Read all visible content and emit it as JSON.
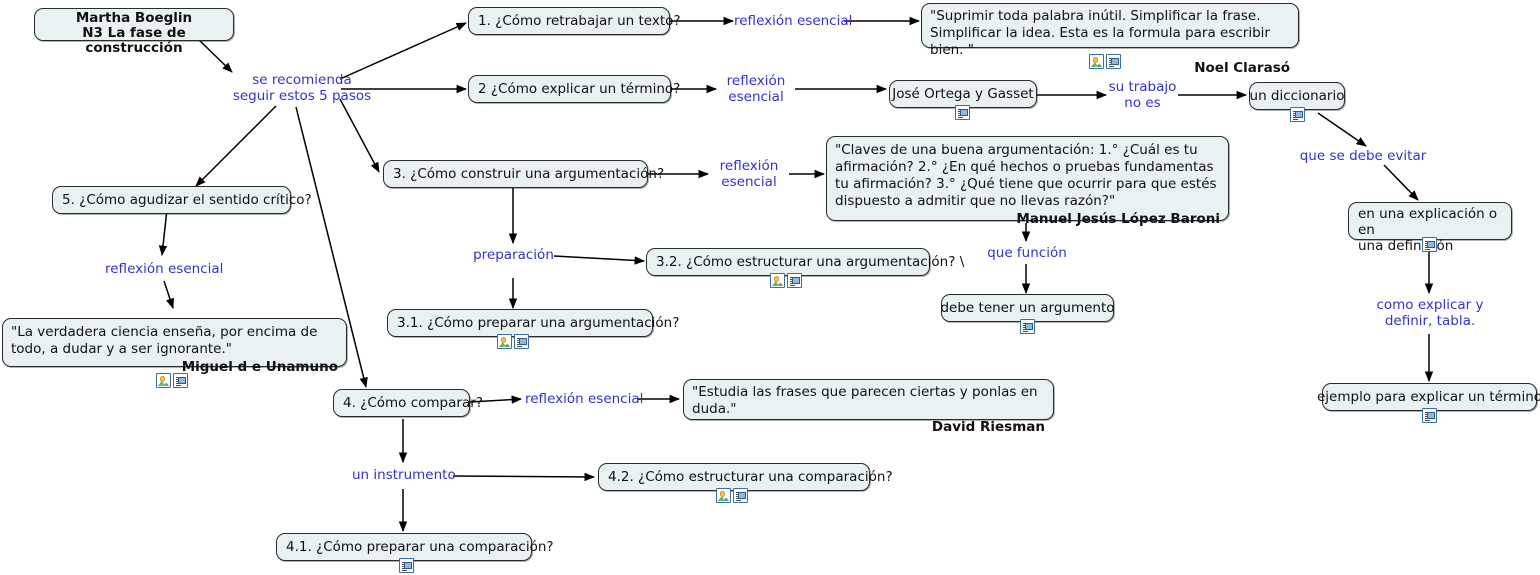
{
  "map": {
    "title": "Martha Boeglin - N3 La fase de construcción",
    "colors": {
      "node_fill": "#eaf1f3",
      "node_border": "#2b2b2b",
      "link_text": "#3333cc",
      "node_text": "#111111",
      "edge": "#000000",
      "icon_border": "#3a6ea5"
    },
    "icon_names": {
      "picture": "picture-resource-icon",
      "document": "document-resource-icon"
    }
  },
  "nodes": [
    {
      "id": "root",
      "name": "node-root-martha-boeglin",
      "line1": "Martha Boeglin",
      "line2": "N3 La fase de construcción",
      "bold": true,
      "icons": []
    },
    {
      "id": "q1",
      "name": "node-1-retrabajar-texto",
      "text": "1. ¿Cómo retrabajar un texto?",
      "icons": []
    },
    {
      "id": "q2",
      "name": "node-2-explicar-termino",
      "text": "2 ¿Cómo explicar un término?",
      "icons": []
    },
    {
      "id": "q3",
      "name": "node-3-construir-argumentacion",
      "text": "3. ¿Cómo construir una argumentación?",
      "icons": []
    },
    {
      "id": "q4",
      "name": "node-4-como-comparar",
      "text": "4. ¿Cómo comparar?",
      "icons": []
    },
    {
      "id": "q5",
      "name": "node-5-agudizar-sentido-critico",
      "text": "5. ¿Cómo agudizar el sentido crítico?",
      "icons": []
    },
    {
      "id": "quote_clarasso",
      "name": "node-quote-noel-claraso",
      "body": "\"Suprimir toda palabra inútil. Simplificar la frase. Simplificar la idea. Esta es la formula para escribir bien. \"",
      "author": "Noel Clarasó",
      "icons": [
        "picture",
        "document"
      ]
    },
    {
      "id": "ortega",
      "name": "node-jose-ortega-y-gasset",
      "text": "José Ortega y Gasset",
      "icons": [
        "document"
      ]
    },
    {
      "id": "diccionario",
      "name": "node-un-diccionario",
      "text": "un diccionario",
      "icons": [
        "document"
      ]
    },
    {
      "id": "explicacion",
      "name": "node-explicacion-o-definicion",
      "line1": "en una explicación o en",
      "line2": "una definición",
      "icons": [
        "document"
      ]
    },
    {
      "id": "ejemplo",
      "name": "node-ejemplo-explicar-termino",
      "text": "ejemplo para explicar un término",
      "icons": [
        "document"
      ]
    },
    {
      "id": "quote_baroni",
      "name": "node-quote-manuel-jesus-lopez-baroni",
      "body": "\"Claves de una buena argumentación: 1.° ¿Cuál es tu afirmación? 2.° ¿En qué hechos o pruebas fundamentas tu afirmación? 3.° ¿Qué tiene que ocurrir para que estés dispuesto a admitir que no llevas razón?\"",
      "author": "Manuel Jesús López Baroni",
      "icons": []
    },
    {
      "id": "quote_unamuno",
      "name": "node-quote-miguel-de-unamuno",
      "body": "\"La verdadera ciencia enseña, por encima de todo, a dudar y a ser ignorante.\"",
      "author": "Miguel d e Unamuno",
      "icons": [
        "picture",
        "document"
      ]
    },
    {
      "id": "quote_riesman",
      "name": "node-quote-david-riesman",
      "body": "\"Estudia las frases que parecen ciertas y ponlas en duda.\"",
      "author": "David Riesman",
      "icons": []
    },
    {
      "id": "n32",
      "name": "node-3-2-estructurar-argumentacion",
      "text": "3.2. ¿Cómo estructurar una argumentación? \\",
      "icons": [
        "picture",
        "document"
      ]
    },
    {
      "id": "n31",
      "name": "node-3-1-preparar-argumentacion",
      "text": "3.1. ¿Cómo preparar una argumentación?",
      "icons": [
        "picture",
        "document"
      ]
    },
    {
      "id": "argumento",
      "name": "node-debe-tener-un-argumento",
      "text": "debe tener un argumento",
      "icons": [
        "document"
      ]
    },
    {
      "id": "n42",
      "name": "node-4-2-estructurar-comparacion",
      "text": "4.2. ¿Cómo estructurar una comparación?",
      "icons": [
        "picture",
        "document"
      ]
    },
    {
      "id": "n41",
      "name": "node-4-1-preparar-comparacion",
      "text": "4.1. ¿Cómo preparar una comparación?",
      "icons": [
        "document"
      ]
    }
  ],
  "links": [
    {
      "id": "l_root",
      "name": "link-se-recomienda-seguir-5-pasos",
      "line1": "se recomienda",
      "line2": "seguir estos 5 pasos"
    },
    {
      "id": "l_re1",
      "name": "link-reflexion-esencial-1",
      "text": "reflexión esencial"
    },
    {
      "id": "l_re2",
      "name": "link-reflexion-esencial-2",
      "line1": "reflexión",
      "line2": "esencial"
    },
    {
      "id": "l_re3",
      "name": "link-reflexion-esencial-3",
      "line1": "reflexión",
      "line2": "esencial"
    },
    {
      "id": "l_re4",
      "name": "link-reflexion-esencial-4",
      "text": "reflexión esencial"
    },
    {
      "id": "l_re5",
      "name": "link-reflexion-esencial-5",
      "text": "reflexión esencial"
    },
    {
      "id": "l_trabajo",
      "name": "link-su-trabajo-no-es",
      "line1": "su trabajo",
      "line2": "no es"
    },
    {
      "id": "l_evitar",
      "name": "link-que-se-debe-evitar",
      "text": "que se debe evitar"
    },
    {
      "id": "l_como",
      "name": "link-como-explicar-y-definir-tabla",
      "line1": "como explicar y",
      "line2": "definir, tabla."
    },
    {
      "id": "l_prep",
      "name": "link-preparacion",
      "text": "preparación"
    },
    {
      "id": "l_funcion",
      "name": "link-que-funcion",
      "text": "que función"
    },
    {
      "id": "l_instr",
      "name": "link-un-instrumento",
      "text": "un instrumento"
    }
  ]
}
